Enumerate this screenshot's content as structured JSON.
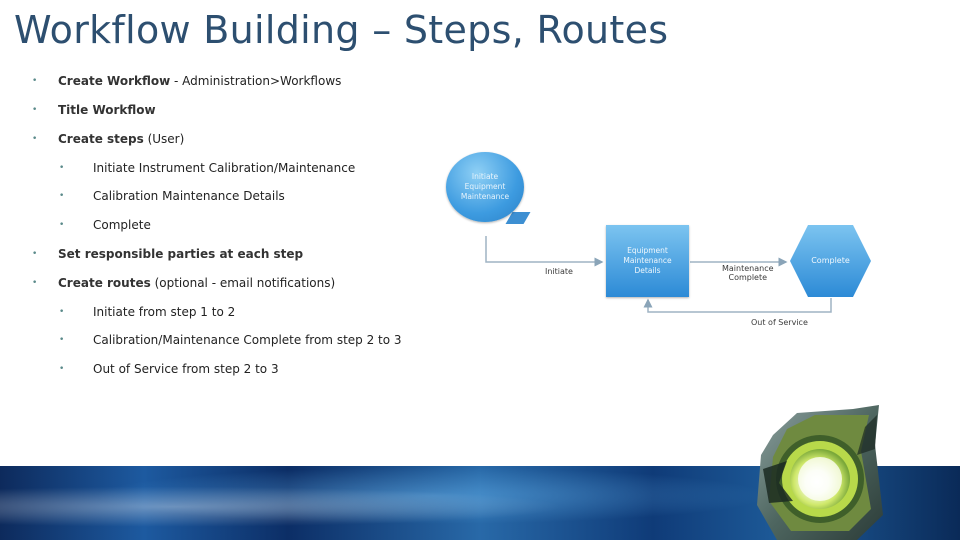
{
  "slide": {
    "title": "Workflow Building – Steps, Routes",
    "bullets": {
      "b1_strong": "Create Workflow",
      "b1_rest": " - Administration>Workflows",
      "b2_strong": "Title Workflow",
      "b3_strong": "Create steps",
      "b3_rest": " (User)",
      "b3_sub1": "Initiate Instrument Calibration/Maintenance",
      "b3_sub2": "Calibration Maintenance Details",
      "b3_sub3": "Complete",
      "b4_strong": "Set responsible parties at each step",
      "b5_strong": "Create routes",
      "b5_rest": " (optional - email notifications)",
      "b5_sub1": "Initiate from step 1 to 2",
      "b5_sub2": "Calibration/Maintenance Complete from step 2 to 3",
      "b5_sub3": "Out of Service from step 2 to 3",
      "bullet_glyph": "•"
    },
    "diagram": {
      "step1_line1": "Initiate",
      "step1_line2": "Equipment",
      "step1_line3": "Maintenance",
      "step2_line1": "Equipment",
      "step2_line2": "Maintenance",
      "step2_line3": "Details",
      "step3": "Complete",
      "route_initiate": "Initiate",
      "route_complete_line1": "Maintenance",
      "route_complete_line2": "Complete",
      "route_out": "Out of Service"
    },
    "colors": {
      "title": "#2d4f70",
      "step_blue": "#3d9be0",
      "banner_stripe": "#8fb83c"
    }
  }
}
